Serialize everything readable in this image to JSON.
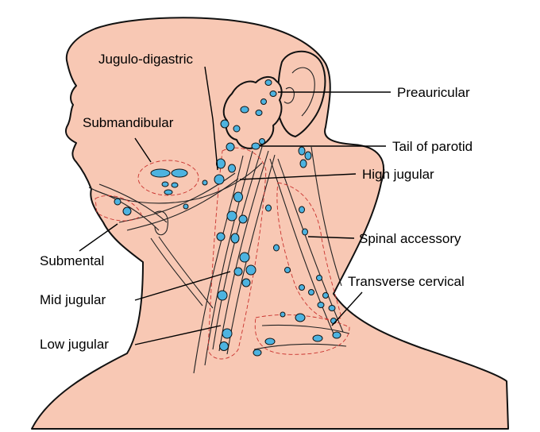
{
  "labels": {
    "jugulo_digastric": "Jugulo-digastric",
    "submandibular": "Submandibular",
    "preauricular": "Preauricular",
    "tail_of_parotid": "Tail of parotid",
    "high_jugular": "High jugular",
    "spinal_accessory": "Spinal accessory",
    "transverse_cervical": "Transverse cervical",
    "submental": "Submental",
    "mid_jugular": "Mid jugular",
    "low_jugular": "Low jugular"
  },
  "colors": {
    "skin": "#f8c8b4",
    "lymph_node": "#4db3e0",
    "node_outline": "#111111",
    "dashed_boundary": "#c9302c",
    "leader_line": "#000000"
  }
}
